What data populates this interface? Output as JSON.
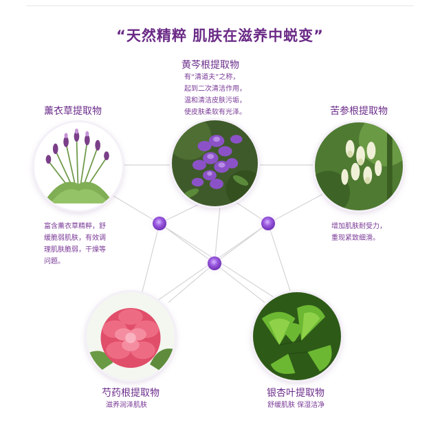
{
  "title": "“天然精粹 肌肤在滋养中蜕变”",
  "ingredients": [
    {
      "name": "黄芩根提取物",
      "desc": [
        "有“清道夫”之称，",
        "起到二次清洁作用，",
        "温和清洁皮肤污垢，",
        "使皮肤柔软有光泽。"
      ],
      "icon": "purple-skullcap-flower-icon"
    },
    {
      "name": "薰衣草提取物",
      "desc": [
        "富含薰衣草精粹，舒",
        "缓脆弱肌肤，有效调",
        "理肌肤脆弱，干燥等",
        "问题。"
      ],
      "icon": "lavender-icon"
    },
    {
      "name": "苦参根提取物",
      "desc": [
        "增加肌肤耐受力，",
        "重现紧致细滑。"
      ],
      "icon": "sophora-flower-icon"
    },
    {
      "name": "芍药根提取物",
      "desc": [
        "滋养润泽肌肤"
      ],
      "icon": "peony-icon"
    },
    {
      "name": "银杏叶提取物",
      "desc": [
        "舒缓肌肤 保湿洁净"
      ],
      "icon": "ginkgo-leaf-icon"
    }
  ],
  "colors": {
    "title": "#6a2a86",
    "text": "#7a3a97",
    "node": "#9a55d6",
    "line": "#cfcfcf"
  }
}
